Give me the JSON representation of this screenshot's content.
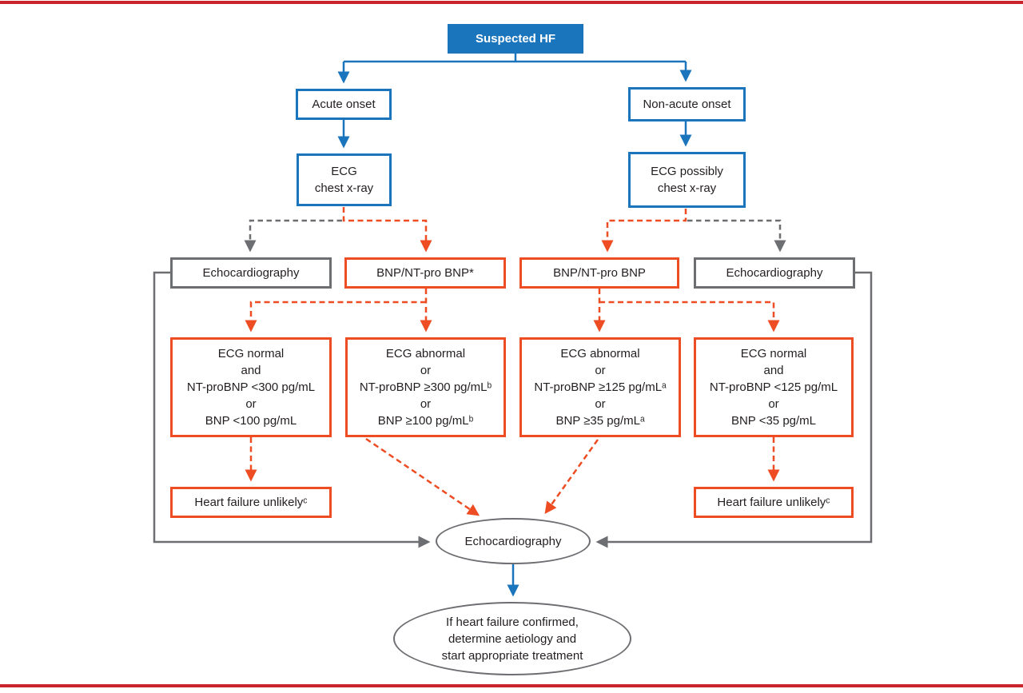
{
  "colors": {
    "blue": "#1b75bc",
    "orange": "#ee4d23",
    "gray": "#6d6e71",
    "red": "#c9232b",
    "ink": "#231f20"
  },
  "nodes": {
    "suspected_hf": {
      "label": "Suspected HF"
    },
    "acute_onset": {
      "label": "Acute onset"
    },
    "non_acute_onset": {
      "label": "Non-acute onset"
    },
    "ecg_chest_xray": {
      "lines": [
        "ECG",
        "chest x-ray"
      ]
    },
    "ecg_possibly_chest_xray": {
      "lines": [
        "ECG possibly",
        "chest x-ray"
      ]
    },
    "echo_left": {
      "label": "Echocardiography"
    },
    "bnp_acute": {
      "label": "BNP/NT-pro BNP*"
    },
    "bnp_nonacute": {
      "label": "BNP/NT-pro BNP"
    },
    "echo_right": {
      "label": "Echocardiography"
    },
    "criteria_acute_normal": {
      "lines": [
        "ECG normal",
        "and",
        "NT-proBNP <300 pg/mL",
        "or",
        "BNP <100 pg/mL"
      ]
    },
    "criteria_acute_abnormal": {
      "lines": [
        "ECG abnormal",
        "or",
        "NT-proBNP ≥300 pg/mLᵇ",
        "or",
        "BNP ≥100 pg/mLᵇ"
      ]
    },
    "criteria_nonacute_abnormal": {
      "lines": [
        "ECG abnormal",
        "or",
        "NT-proBNP ≥125 pg/mLᵃ",
        "or",
        "BNP ≥35 pg/mLᵃ"
      ]
    },
    "criteria_nonacute_normal": {
      "lines": [
        "ECG normal",
        "and",
        "NT-proBNP <125 pg/mL",
        "or",
        "BNP <35 pg/mL"
      ]
    },
    "hf_unlikely_left": {
      "label": "Heart failure unlikelyᶜ"
    },
    "hf_unlikely_right": {
      "label": "Heart failure unlikelyᶜ"
    },
    "echocardiography_ellipse": {
      "label": "Echocardiography"
    },
    "final_ellipse": {
      "lines": [
        "If heart failure confirmed,",
        "determine aetiology and",
        "start appropriate treatment"
      ]
    }
  }
}
